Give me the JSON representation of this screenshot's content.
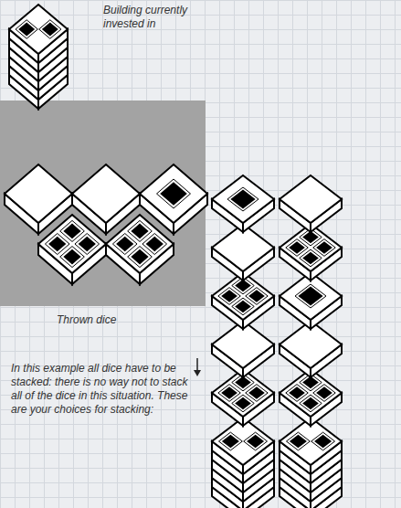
{
  "diagram": {
    "labels": [
      "Building currently invested in",
      "Thrown dice",
      "In this example all dice have to be stacked: there is no way not to stack all of the dice in this situation. These are your choices for stacking:"
    ]
  }
}
